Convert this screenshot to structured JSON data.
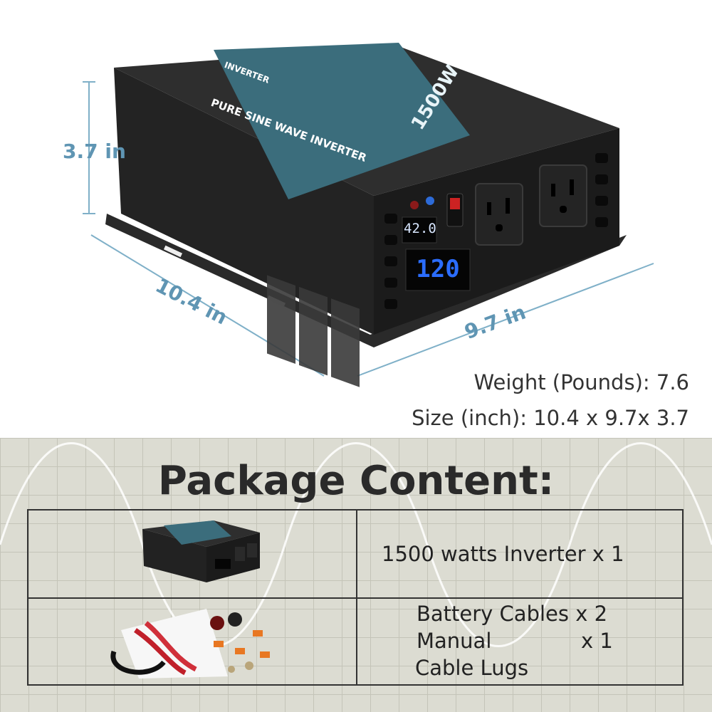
{
  "dimensions": {
    "height": "3.7 in",
    "length": "10.4 in",
    "width": "9.7 in"
  },
  "product": {
    "power_label": "1500W",
    "type_label": "PURE SINE WAVE INVERTER",
    "brand": "INVERTER",
    "input_display": "42.0",
    "output_display": "120"
  },
  "specs": {
    "weight": "Weight (Pounds): 7.6",
    "size": "Size (inch): 10.4 x 9.7x 3.7"
  },
  "package": {
    "title": "Package Content:",
    "row1": "1500 watts Inverter x 1",
    "row2_line1": "Battery Cables x 2",
    "row2_line2": "Manual",
    "row2_line2_qty": "x 1",
    "row2_line3": "Cable Lugs"
  },
  "colors": {
    "dimension_accent": "#5f95b3",
    "inverter_body": "#1e1e1e",
    "label_teal": "#3b6d7c",
    "display_blue": "#2b6dff"
  }
}
